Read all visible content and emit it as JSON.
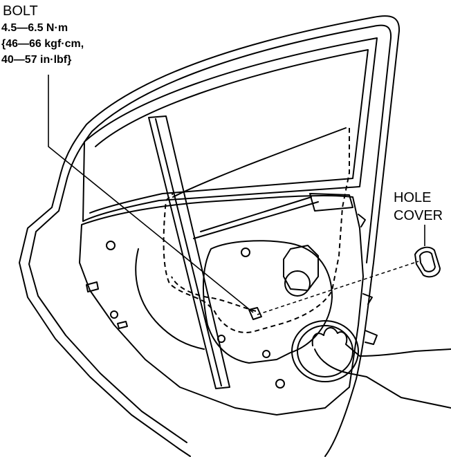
{
  "labels": {
    "bolt": {
      "name": "BOLT",
      "torque_line1": "4.5—6.5 N·m",
      "torque_line2": "{46—66 kgf·cm,",
      "torque_line3": "40—57 in·lbf}"
    },
    "hole_cover": {
      "line1": "HOLE",
      "line2": "COVER"
    }
  },
  "colors": {
    "ink": "#000000",
    "paper": "#ffffff"
  }
}
